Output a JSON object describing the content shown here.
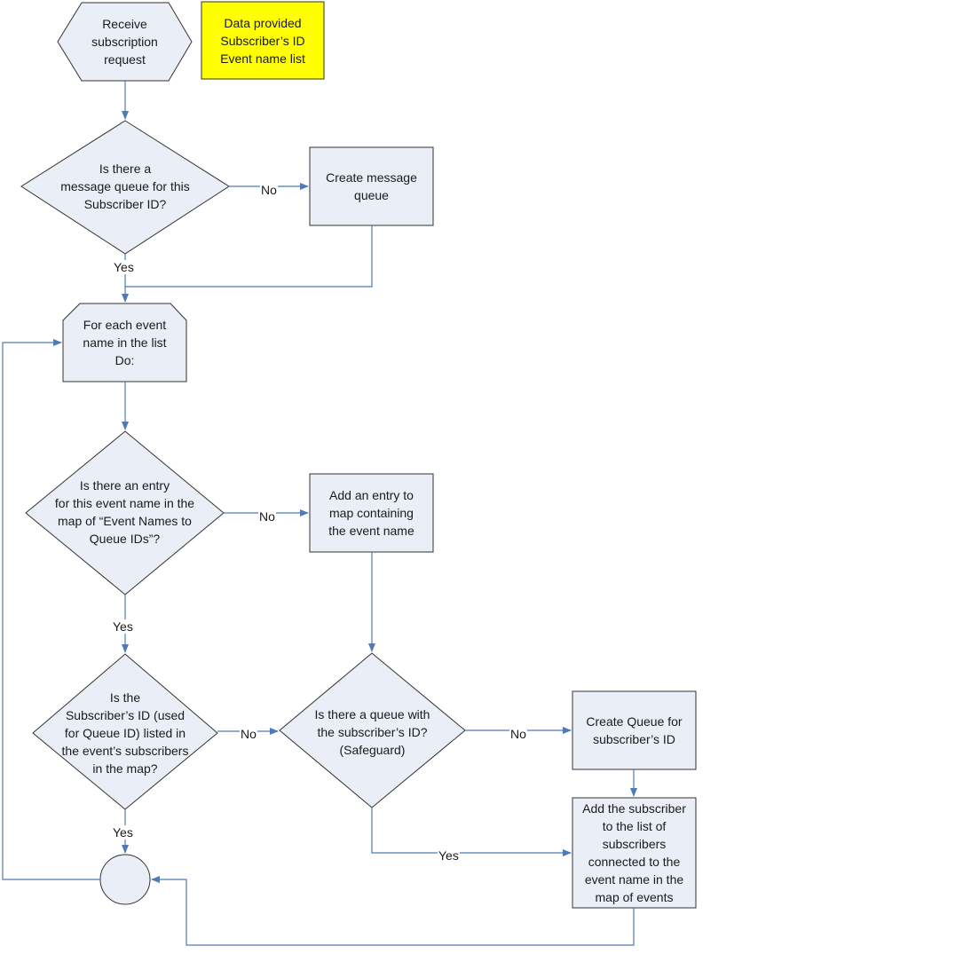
{
  "diagram": {
    "colors": {
      "node_fill": "#e9eef7",
      "node_stroke": "#333333",
      "arrow": "#4f7ab8",
      "note_fill": "#ffff00"
    },
    "nodes": {
      "start": {
        "shape": "hexagon",
        "lines": [
          "Receive",
          "subscription",
          "request"
        ]
      },
      "note": {
        "shape": "note",
        "lines": [
          "Data provided",
          "Subscriber’s ID",
          "Event name list"
        ]
      },
      "q_queue": {
        "shape": "decision",
        "lines": [
          "Is there a",
          "message queue for this",
          "Subscriber ID?"
        ]
      },
      "create_mq": {
        "shape": "process",
        "lines": [
          "Create message",
          "queue"
        ]
      },
      "loop": {
        "shape": "loop-limit",
        "lines": [
          "For each event",
          "name in the list",
          "Do:"
        ]
      },
      "q_entry": {
        "shape": "decision",
        "lines": [
          "Is there an entry",
          "for this event name in the",
          "map of “Event Names to",
          "Queue IDs”?"
        ]
      },
      "add_entry": {
        "shape": "process",
        "lines": [
          "Add an entry to",
          "map containing",
          "the event name"
        ]
      },
      "q_listed": {
        "shape": "decision",
        "lines": [
          "Is the",
          "Subscriber’s ID (used",
          "for Queue ID) listed in",
          "the event’s subscribers",
          "in the map?"
        ]
      },
      "q_safeguard": {
        "shape": "decision",
        "lines": [
          "Is there a queue with",
          "the subscriber’s ID?",
          "(Safeguard)"
        ]
      },
      "create_q": {
        "shape": "process",
        "lines": [
          "Create Queue for",
          "subscriber’s ID"
        ]
      },
      "add_sub": {
        "shape": "process",
        "lines": [
          "Add the subscriber",
          "to the list of",
          "subscribers",
          "connected to the",
          "event name in the",
          "map of events"
        ]
      },
      "join": {
        "shape": "connector",
        "lines": []
      }
    },
    "edge_labels": {
      "queue_no": "No",
      "queue_yes": "Yes",
      "entry_no": "No",
      "entry_yes": "Yes",
      "listed_no": "No",
      "listed_yes": "Yes",
      "safeguard_no": "No",
      "safeguard_yes": "Yes"
    }
  }
}
